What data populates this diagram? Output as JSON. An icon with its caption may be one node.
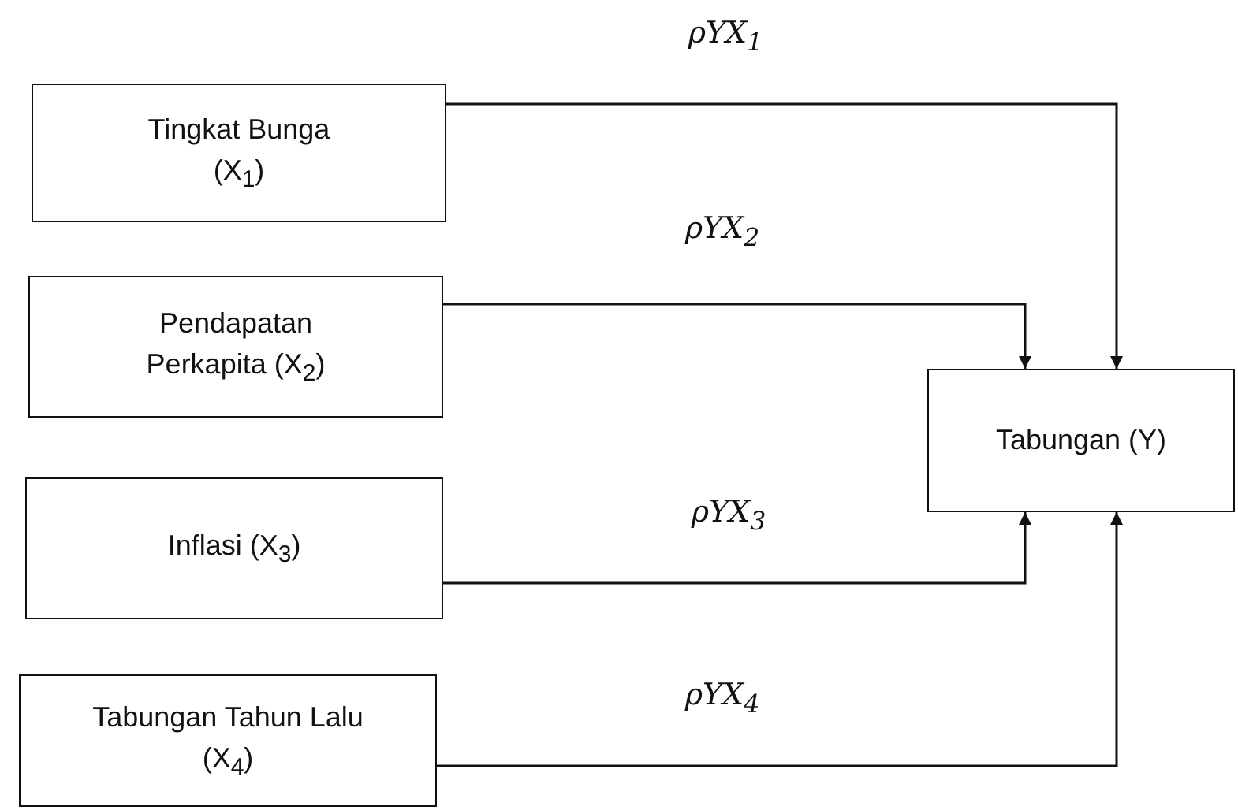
{
  "diagram": {
    "nodes": [
      {
        "text": [
          "Tingkat Bunga (X$_{1}$)"
        ]
      },
      {
        "text": [
          "Pendapatan Perkapita (X$_{2}$)"
        ]
      },
      {
        "text": [
          "Inflasi (X$_{3}$)"
        ]
      },
      {
        "text": [
          "Tabungan Tahun Lalu (X$_{4}$)"
        ]
      },
      {
        "text": [
          "Tabungan (Y)"
        ]
      }
    ],
    "edges": [
      {
        "from": 0,
        "to": 4,
        "arrow": "to",
        "label": "ρYX$_{1}$"
      },
      {
        "from": 1,
        "to": 4,
        "arrow": "to",
        "label": "ρYX$_{2}$"
      },
      {
        "from": 2,
        "to": 4,
        "arrow": "to",
        "label": "ρYX$_{3}$"
      },
      {
        "from": 3,
        "to": 4,
        "arrow": "to",
        "label": "ρYX$_{4}$"
      }
    ]
  }
}
